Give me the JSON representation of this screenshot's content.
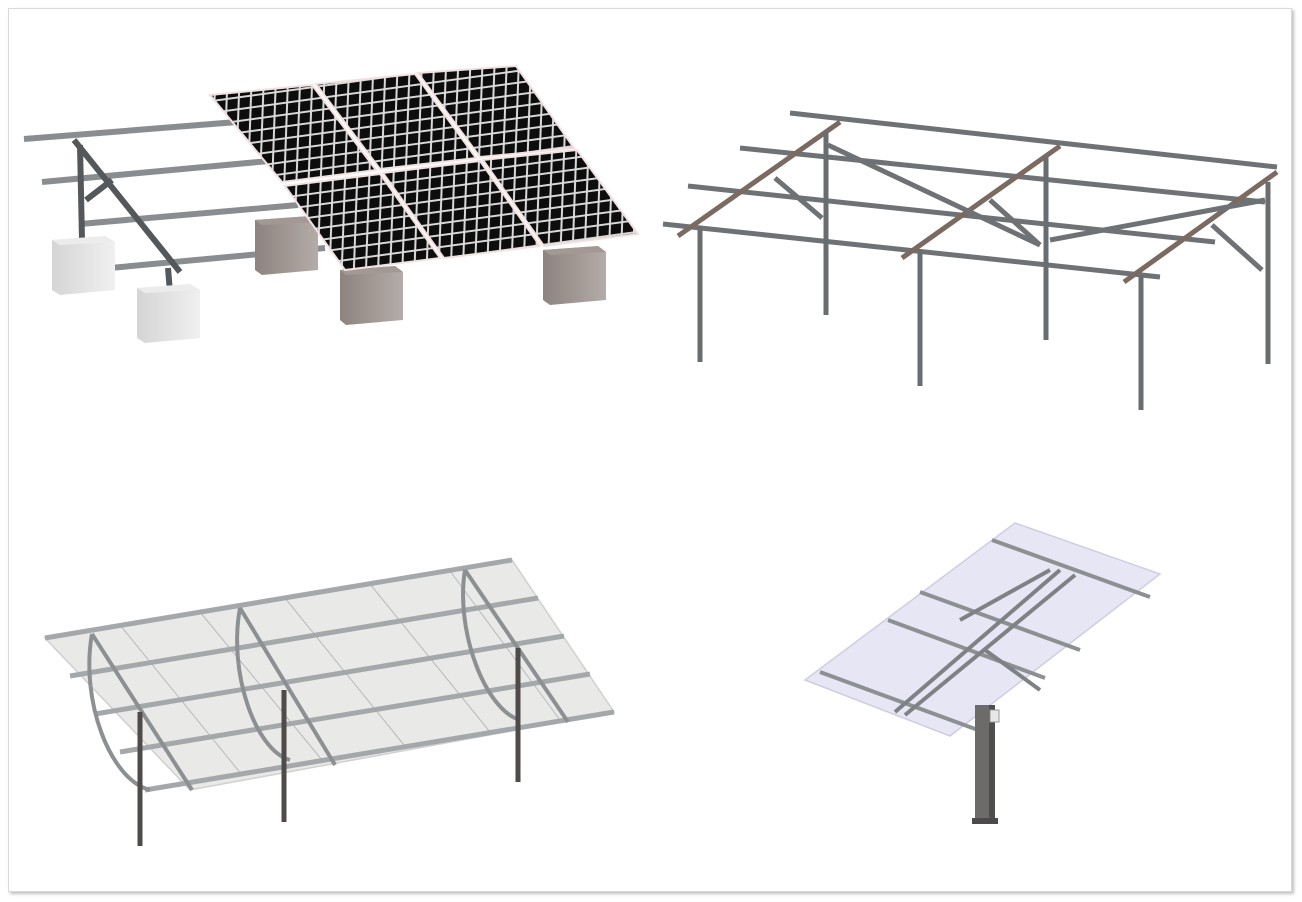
{
  "image": {
    "panels": [
      {
        "subject": "ballast-ground-mount-with-solar-panels"
      },
      {
        "subject": "steel-ground-mount-frame"
      },
      {
        "subject": "curved-strut-ground-mount-transparent-panels"
      },
      {
        "subject": "single-pole-mount-transparent-panels"
      }
    ],
    "colors": {
      "background": "#ffffff",
      "frame_border": "#d9d9d9",
      "steel": "#6f7275",
      "steel_dark": "#55585a",
      "aluminum": "#9ea2a5",
      "panel_black": "#0d0d0d",
      "panel_cell_gap": "#d9d9d9",
      "concrete": "#8f8580",
      "concrete_light": "#c9c7c7",
      "glass_gray": "#e6e6e4",
      "glass_blue": "#e4e4f4"
    }
  }
}
